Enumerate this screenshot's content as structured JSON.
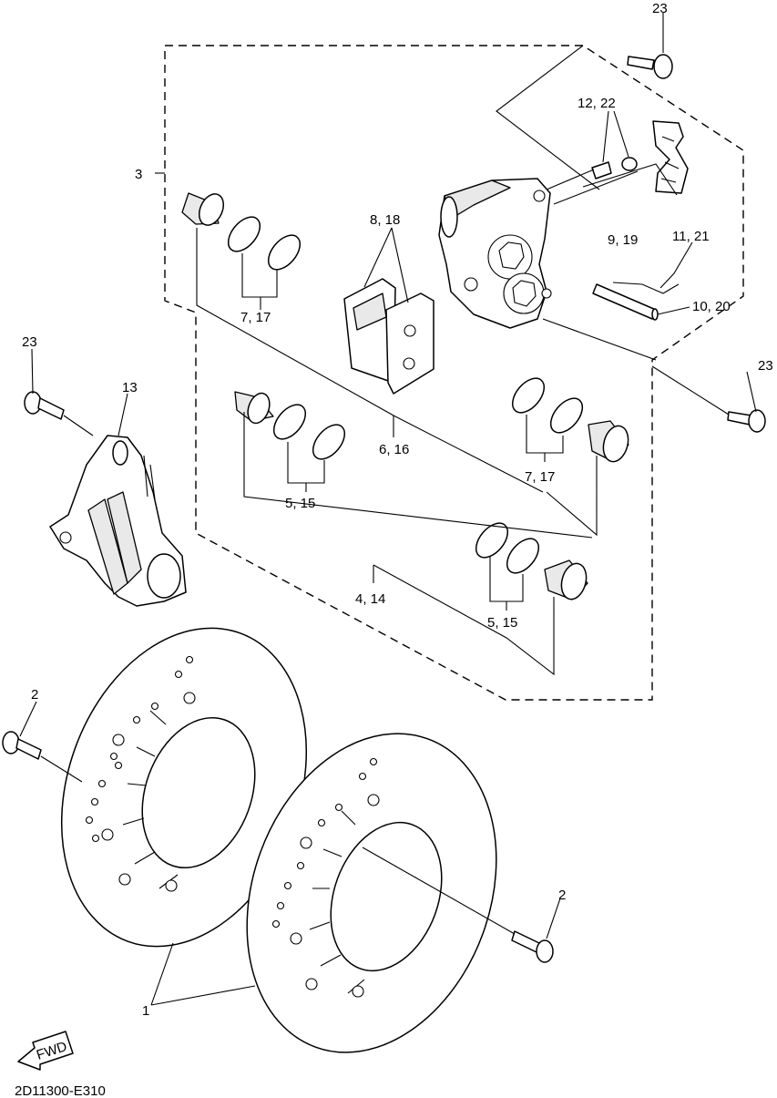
{
  "diagram": {
    "code": "2D11300-E310",
    "fwd_label": "FWD"
  },
  "callouts": {
    "c23_top": "23",
    "c12_22": "12, 22",
    "c3": "3",
    "c9_19": "9, 19",
    "c11_21": "11, 21",
    "c10_20": "10, 20",
    "c8_18": "8, 18",
    "c7_17_top": "7, 17",
    "c23_right": "23",
    "c23_left": "23",
    "c13": "13",
    "c6_16": "6, 16",
    "c7_17_mid": "7, 17",
    "c5_15_left": "5, 15",
    "c4_14": "4, 14",
    "c5_15_right": "5, 15",
    "c2_left": "2",
    "c2_right": "2",
    "c1": "1"
  }
}
